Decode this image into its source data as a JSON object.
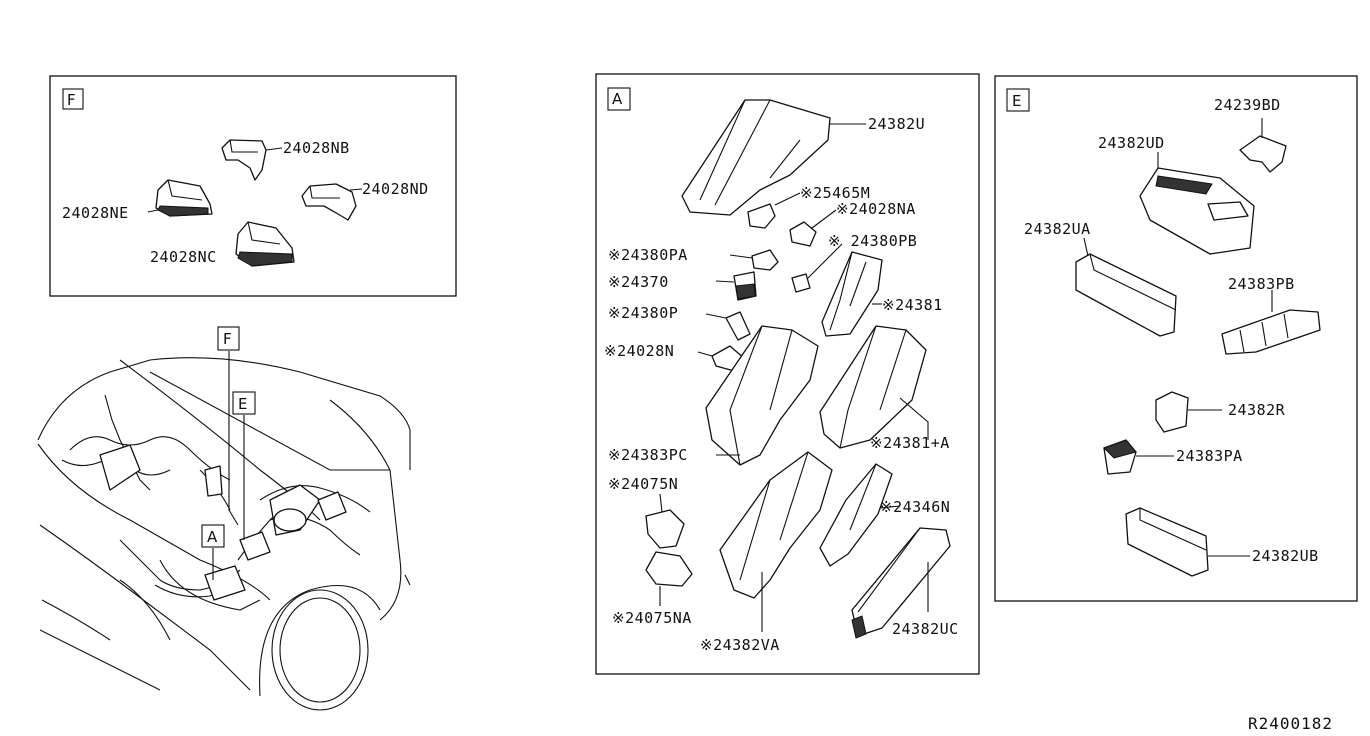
{
  "diagram_code": "R2400182",
  "panels": {
    "F": {
      "tag": "F",
      "parts": [
        {
          "id": "nb",
          "label": "24028NB"
        },
        {
          "id": "nd",
          "label": "24028ND"
        },
        {
          "id": "ne",
          "label": "24028NE"
        },
        {
          "id": "nc",
          "label": "24028NC"
        }
      ]
    },
    "A": {
      "tag": "A",
      "parts": [
        {
          "id": "u",
          "label": "24382U"
        },
        {
          "id": "m",
          "label": "※25465M"
        },
        {
          "id": "na",
          "label": "※24028NA"
        },
        {
          "id": "pa",
          "label": "※24380PA"
        },
        {
          "id": "pb",
          "label": "※ 24380PB"
        },
        {
          "id": "r370",
          "label": "※24370"
        },
        {
          "id": "r381",
          "label": "※24381"
        },
        {
          "id": "p",
          "label": "※24380P"
        },
        {
          "id": "n",
          "label": "※24028N"
        },
        {
          "id": "pc",
          "label": "※24383PC"
        },
        {
          "id": "r381a",
          "label": "※24381+A"
        },
        {
          "id": "n75",
          "label": "※24075N"
        },
        {
          "id": "n346",
          "label": "※24346N"
        },
        {
          "id": "na75",
          "label": "※24075NA"
        },
        {
          "id": "va",
          "label": "※24382VA"
        },
        {
          "id": "uc",
          "label": "24382UC"
        }
      ]
    },
    "E": {
      "tag": "E",
      "parts": [
        {
          "id": "bd",
          "label": "24239BD"
        },
        {
          "id": "ud",
          "label": "24382UD"
        },
        {
          "id": "ua",
          "label": "24382UA"
        },
        {
          "id": "pb2",
          "label": "24383PB"
        },
        {
          "id": "r",
          "label": "24382R"
        },
        {
          "id": "pa2",
          "label": "24383PA"
        },
        {
          "id": "ub",
          "label": "24382UB"
        }
      ]
    }
  },
  "vehicle_view": {
    "tags": {
      "F": "F",
      "E": "E",
      "A": "A"
    }
  }
}
